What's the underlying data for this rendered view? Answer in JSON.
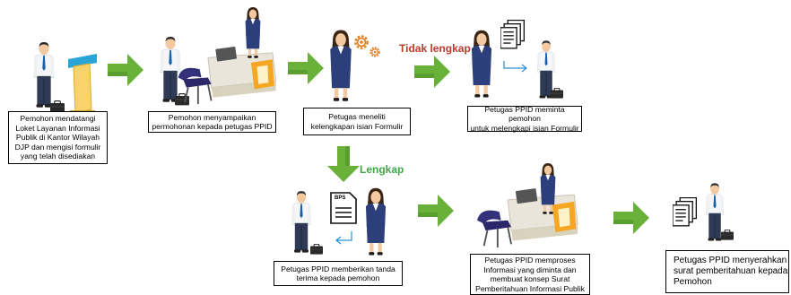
{
  "colors": {
    "arrow_green": "#6ab139",
    "arrow_green_dark": "#4e8c28",
    "label_red": "#c0392b",
    "label_green": "#3ea845",
    "box_border": "#000000"
  },
  "steps": {
    "step1": {
      "text": "Pemohon  mendatangi\nLoket Layanan Informasi\nPublik  di Kantor Wilayah\nDJP  dan mengisi formulir\nyang telah disediakan",
      "icons": [
        "man-icon",
        "kiosk-icon"
      ]
    },
    "step2": {
      "text": "Pemohon menyampaikan\npermohonan kepada petugas PPID",
      "icons": [
        "man-icon",
        "service-desk-icon",
        "officer-woman-icon"
      ]
    },
    "step3": {
      "text": "Petugas  meneliti\nkelengkapan isian Formulir",
      "icons": [
        "officer-woman-icon",
        "gears-icon"
      ]
    },
    "step4": {
      "text": "Petugas PPID   meminta  pemohon\nuntuk melengkapi isian Formulir",
      "icons": [
        "officer-woman-icon",
        "documents-icon",
        "man-icon"
      ]
    },
    "step5": {
      "text": "Petugas PPID  memberikan tanda\nterima kepada pemohon",
      "icons": [
        "man-icon",
        "bps-document-icon",
        "officer-woman-icon"
      ],
      "doc_label": "BPS"
    },
    "step6": {
      "text": "Petugas PPID  memproses\nInformasi yang diminta  dan\nmembuat  konsep Surat\nPemberitahuan  Informasi Publik",
      "icons": [
        "service-desk-icon",
        "officer-woman-icon"
      ]
    },
    "step7": {
      "text": "Petugas PPID menyerahkan\nsurat pemberitahuan kepada\nPemohon",
      "icons": [
        "documents-icon",
        "man-icon"
      ]
    }
  },
  "labels": {
    "incomplete": "Tidak lengkap",
    "complete": "Lengkap"
  }
}
